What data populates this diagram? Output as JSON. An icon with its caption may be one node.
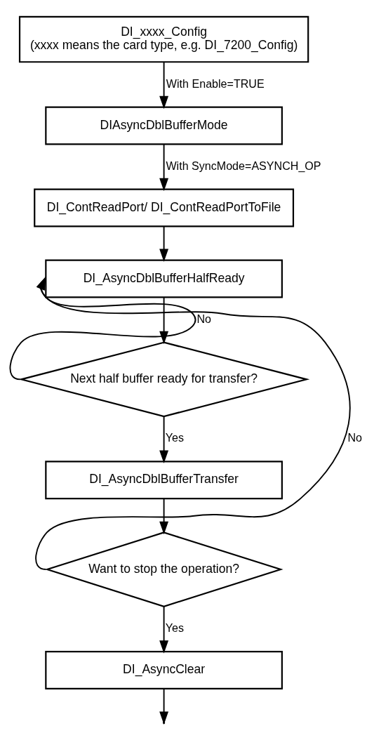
{
  "diagram": {
    "nodes": [
      {
        "text": [
          "DI_xxxx_Config",
          "(xxxx means the card type, e.g. DI_7200_Config)"
        ]
      },
      {
        "text": [
          "DIAsyncDblBufferMode"
        ]
      },
      {
        "text": [
          "DI_ContReadPort/ DI_ContReadPortToFile"
        ]
      },
      {
        "text": [
          "DI_AsyncDblBufferHalfReady"
        ]
      },
      {
        "text": [
          "Next half buffer ready for transfer?"
        ]
      },
      {
        "text": [
          "DI_AsyncDblBufferTransfer"
        ]
      },
      {
        "text": [
          "Want to stop the operation?"
        ]
      },
      {
        "text": [
          "DI_AsyncClear"
        ]
      }
    ],
    "edges": [
      {
        "from": 0,
        "to": 1,
        "arrow": "to",
        "label": "With Enable=TRUE"
      },
      {
        "from": 1,
        "to": 2,
        "arrow": "to",
        "label": "With SyncMode=ASYNCH_OP"
      },
      {
        "from": 2,
        "to": 3,
        "arrow": "to"
      },
      {
        "from": 3,
        "to": 4,
        "arrow": "to"
      },
      {
        "from": 4,
        "to": 3,
        "arrow": "to",
        "label": "No"
      },
      {
        "from": 4,
        "to": 5,
        "arrow": "to",
        "label": "Yes"
      },
      {
        "from": 5,
        "to": 6,
        "arrow": "to"
      },
      {
        "from": 6,
        "to": 3,
        "arrow": "to",
        "label": "No"
      },
      {
        "from": 6,
        "to": 7,
        "arrow": "to",
        "label": "Yes"
      },
      {
        "from": 7,
        "to": null,
        "arrow": "to"
      }
    ]
  }
}
